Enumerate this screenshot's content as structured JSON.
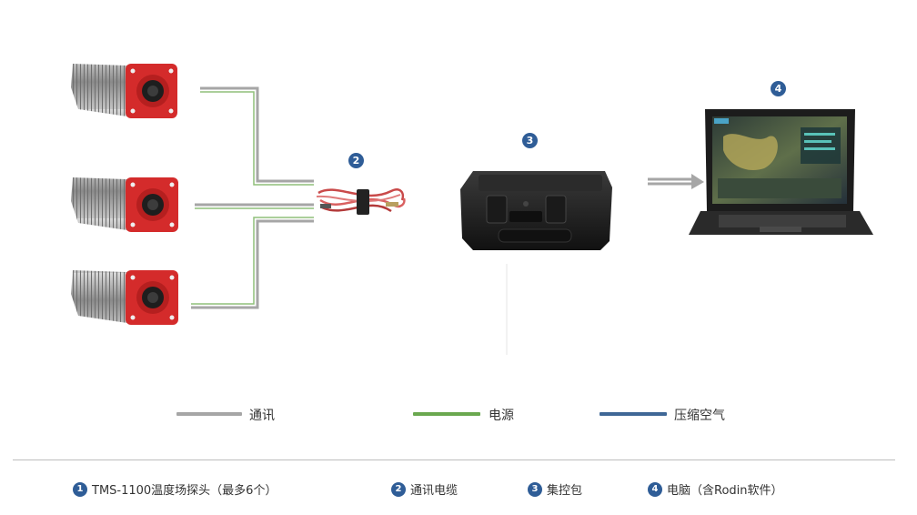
{
  "badges": {
    "cable": "2",
    "control_box": "3",
    "laptop": "4"
  },
  "legend": {
    "communication": {
      "label": "通讯",
      "color": "#a6a6a6"
    },
    "power": {
      "label": "电源",
      "color": "#6aa84f"
    },
    "compressed_air": {
      "label": "压缩空气",
      "color": "#3f6796"
    }
  },
  "captions": [
    {
      "num": "1",
      "text": "TMS-1100温度场探头（最多6个）"
    },
    {
      "num": "2",
      "text": "通讯电缆"
    },
    {
      "num": "3",
      "text": "集控包"
    },
    {
      "num": "4",
      "text": "电脑（含Rodin软件）"
    }
  ],
  "colors": {
    "badge": "#2f5d97",
    "probe_red": "#d42b2b",
    "probe_body": "#9a9a9a"
  }
}
